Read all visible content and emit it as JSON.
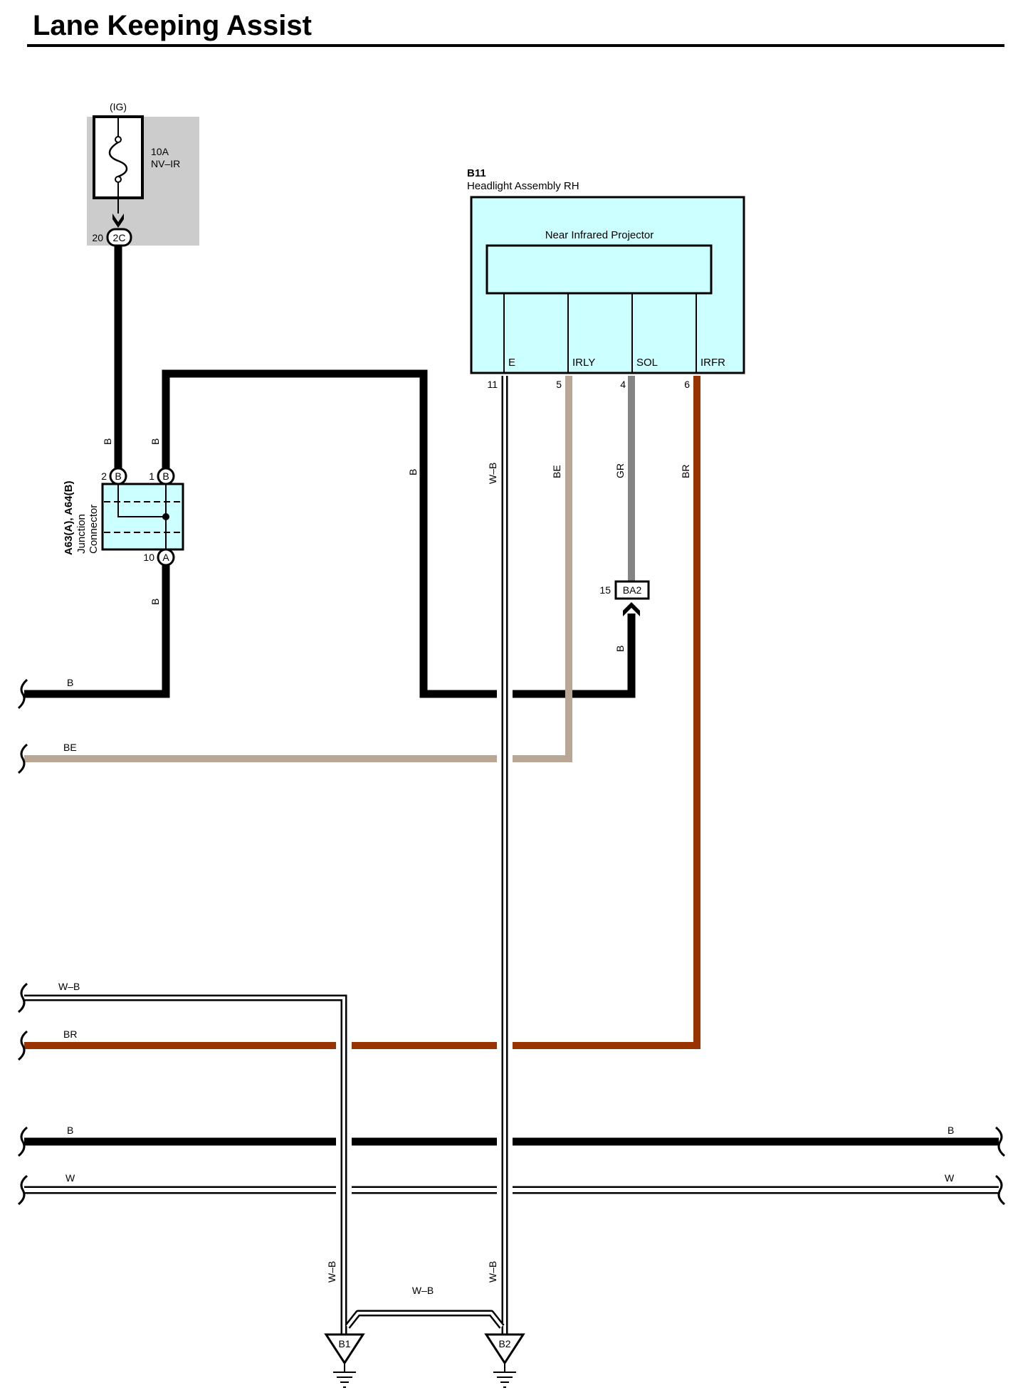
{
  "title": "Lane Keeping Assist",
  "colors": {
    "B": "#000000",
    "BE": "#b9a694",
    "GR": "#848484",
    "BR": "#993300",
    "W": "#ffffff",
    "connector_fill": "#ccffff",
    "fuse_box_fill": "#cccccc"
  },
  "fuse": {
    "power_label": "(IG)",
    "rating": "10A",
    "name": "NV–IR",
    "pin": "20",
    "connector": "2C"
  },
  "junction_connector": {
    "id_label": "A63(A), A64(B)",
    "name_line1": "Junction",
    "name_line2": "Connector",
    "pins": [
      {
        "num": "2",
        "conn": "B"
      },
      {
        "num": "1",
        "conn": "B"
      },
      {
        "num": "10",
        "conn": "A"
      }
    ]
  },
  "headlight": {
    "code": "B11",
    "name": "Headlight Assembly RH",
    "inner_name": "Near Infrared Projector",
    "terminals": [
      {
        "name": "E",
        "pin": "11",
        "wire": "W–B"
      },
      {
        "name": "IRLY",
        "pin": "5",
        "wire": "BE"
      },
      {
        "name": "SOL",
        "pin": "4",
        "wire": "GR"
      },
      {
        "name": "IRFR",
        "pin": "6",
        "wire": "BR"
      }
    ]
  },
  "inline_connector": {
    "pin": "15",
    "code": "BA2"
  },
  "wire_labels": {
    "b": "B",
    "be": "BE",
    "br": "BR",
    "w": "W",
    "wb": "W–B",
    "gr": "GR"
  },
  "grounds": [
    "B1",
    "B2"
  ]
}
